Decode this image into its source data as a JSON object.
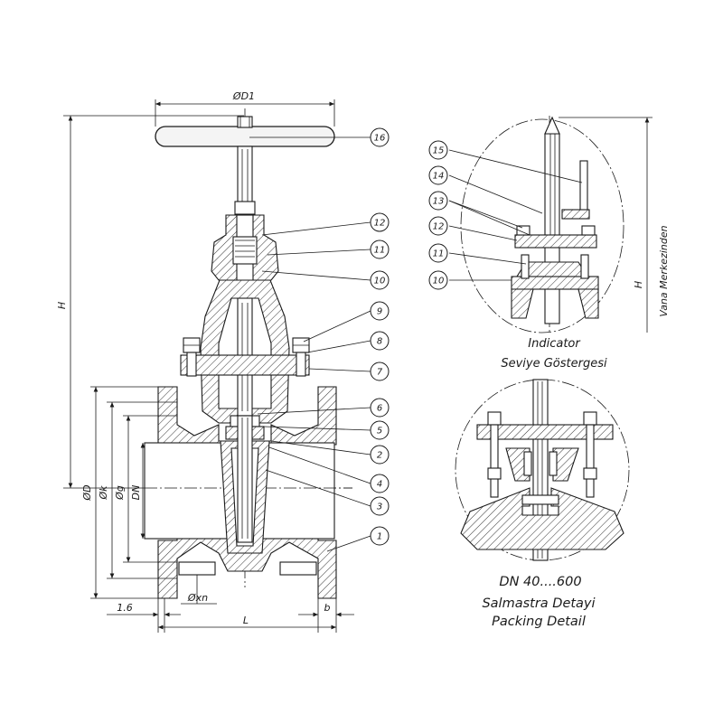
{
  "balloons_main": [
    "16",
    "12",
    "11",
    "10",
    "9",
    "8",
    "7",
    "6",
    "5",
    "2",
    "4",
    "3",
    "1"
  ],
  "balloons_detail": [
    "15",
    "14",
    "13",
    "12",
    "11",
    "10"
  ],
  "dimensions": {
    "d1": "ØD1",
    "h": "H",
    "od": "ØD",
    "ok": "Øk",
    "og": "Øg",
    "dn": "DN",
    "oxn": "Øxn",
    "gap": "1.6",
    "l": "L",
    "b": "b",
    "h_right": "H",
    "vana": "Vana Merkezinden"
  },
  "captions": {
    "indicator": "Indicator",
    "seviye": "Seviye Göstergesi",
    "dn_range": "DN 40....600",
    "salmastra": "Salmastra Detayi",
    "packing": "Packing Detail"
  }
}
